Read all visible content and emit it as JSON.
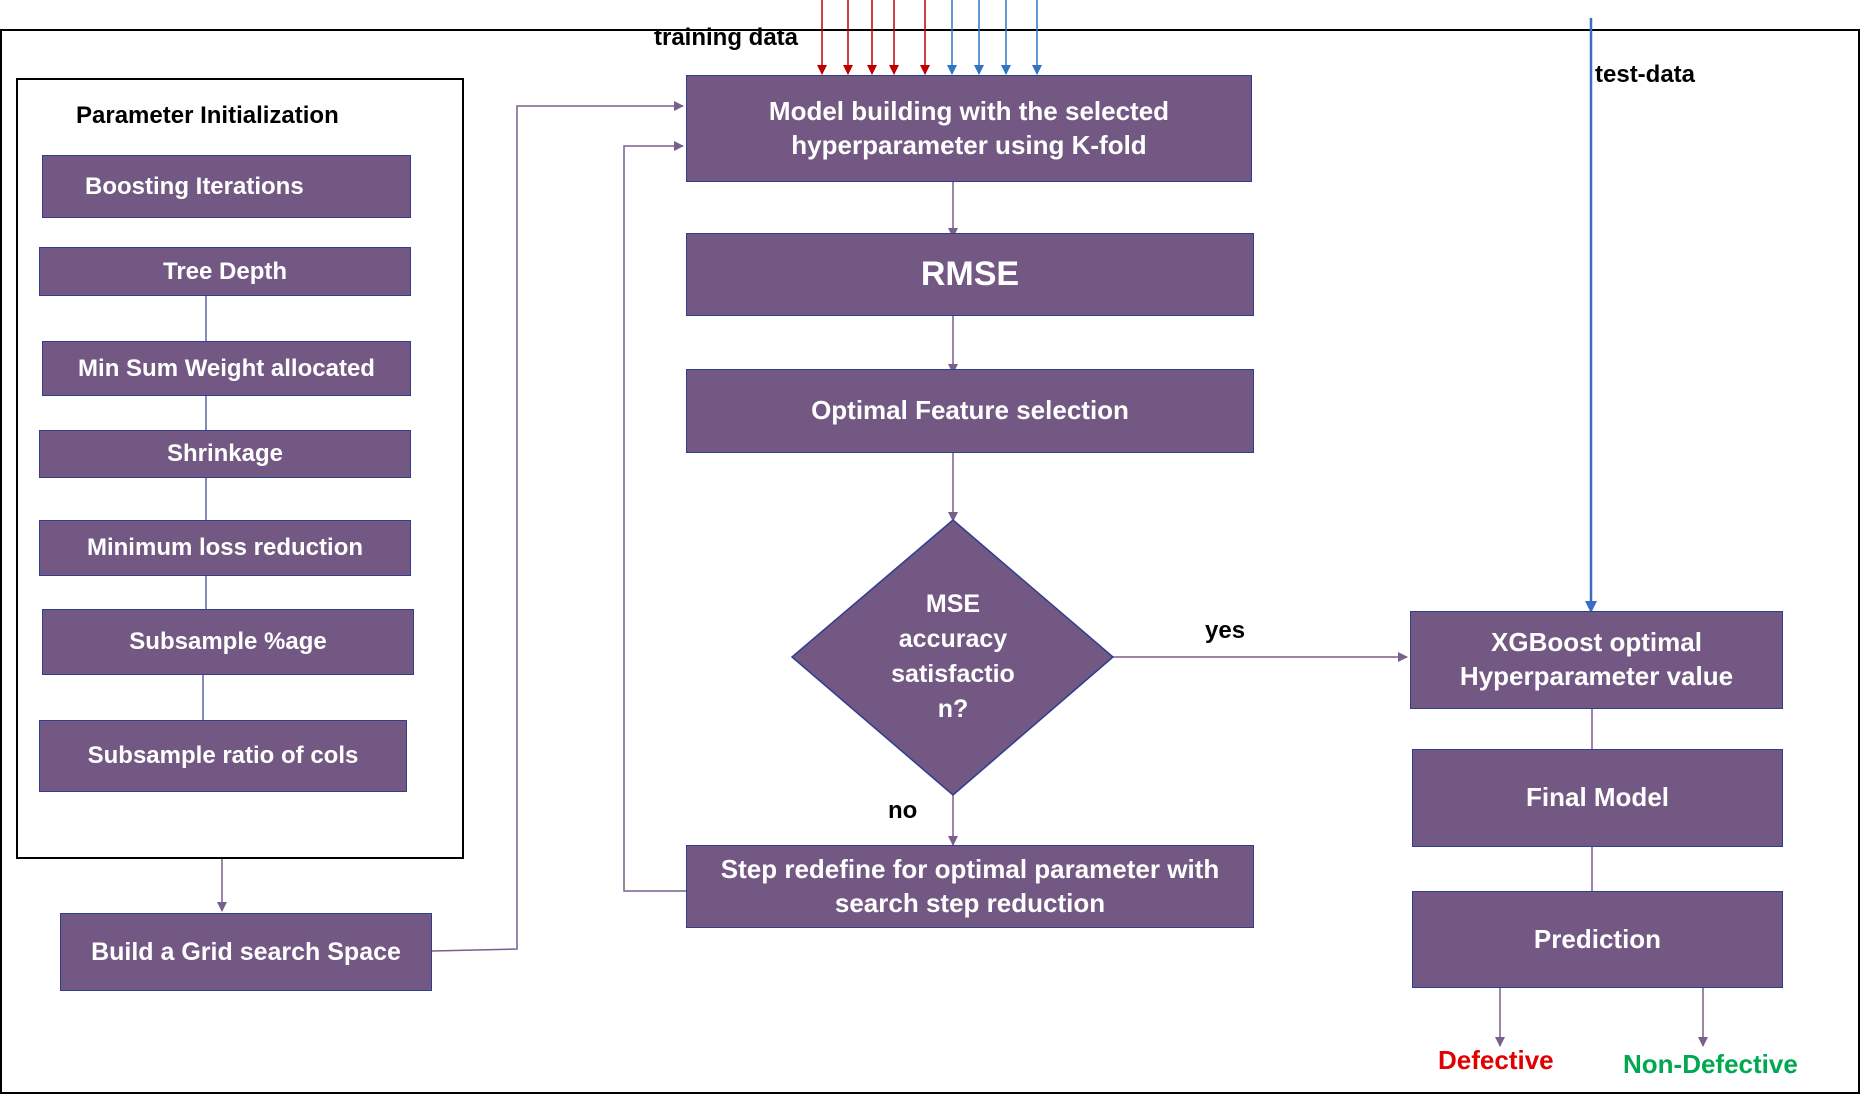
{
  "labels": {
    "training_data": "training data",
    "test_data": "test-data",
    "yes": "yes",
    "no": "no",
    "defective": "Defective",
    "non_defective": "Non-Defective"
  },
  "param_panel": {
    "title": "Parameter Initialization",
    "items": [
      "Boosting Iterations",
      "Tree Depth",
      "Min Sum Weight allocated",
      "Shrinkage",
      "Minimum loss reduction",
      "Subsample %age",
      "Subsample ratio of cols"
    ]
  },
  "grid_search": "Build a Grid search Space",
  "model_building": "Model building with the selected hyperparameter using K-fold",
  "rmse": "RMSE",
  "feature_selection": "Optimal Feature selection",
  "decision": [
    "MSE",
    "accuracy",
    "satisfactio",
    "n?"
  ],
  "step_redefine": "Step redefine for optimal parameter with search step reduction",
  "xgb_optimal": "XGBoost optimal Hyperparameter value",
  "final_model": "Final Model",
  "prediction": "Prediction",
  "colors": {
    "box_fill": "#725882",
    "box_border": "#2f3f8f",
    "connector": "#7a5f8c",
    "train_arrow_red": "#c00000",
    "train_arrow_blue": "#2e75c6",
    "test_arrow": "#3a6cc4",
    "defective": "#e00000",
    "non_defective": "#00a94f"
  }
}
